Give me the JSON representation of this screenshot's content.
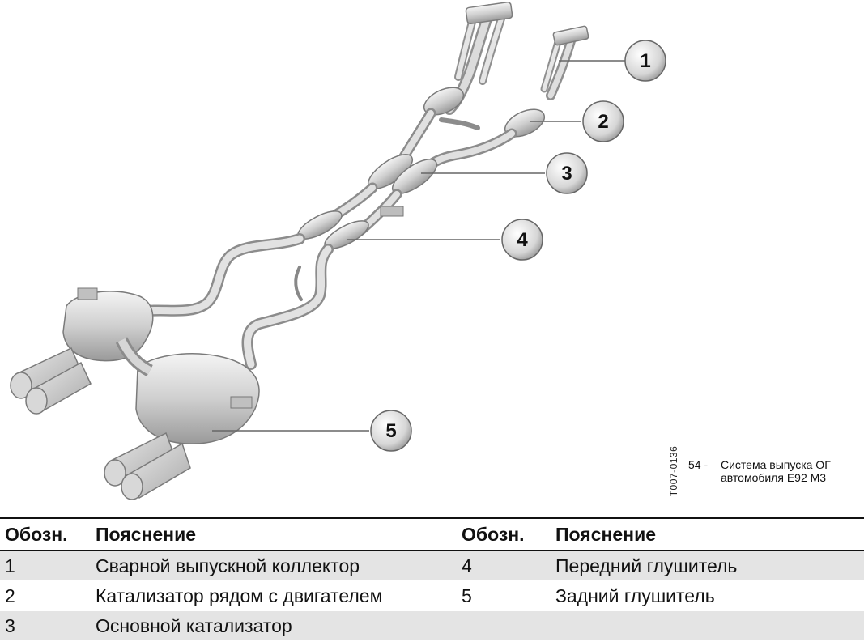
{
  "figure": {
    "code": "T007-0136",
    "caption_number": "54 -",
    "caption_line1": "Система выпуска ОГ",
    "caption_line2": "автомобиля E92 M3"
  },
  "callouts": [
    "1",
    "2",
    "3",
    "4",
    "5"
  ],
  "table": {
    "headers": [
      "Обозн.",
      "Пояснение",
      "Обозн.",
      "Пояснение"
    ],
    "rows": [
      [
        "1",
        "Сварной выпускной коллектор",
        "4",
        "Передний глушитель"
      ],
      [
        "2",
        "Катализатор рядом с двигателем",
        "5",
        "Задний глушитель"
      ],
      [
        "3",
        "Основной катализатор",
        "",
        ""
      ]
    ]
  },
  "colors": {
    "metal_light": "#f2f2f2",
    "metal_mid": "#c9c9c9",
    "metal_dark": "#8f8f8f",
    "callout_fill": "#e6e6e6",
    "row_shade": "#e4e4e4"
  }
}
